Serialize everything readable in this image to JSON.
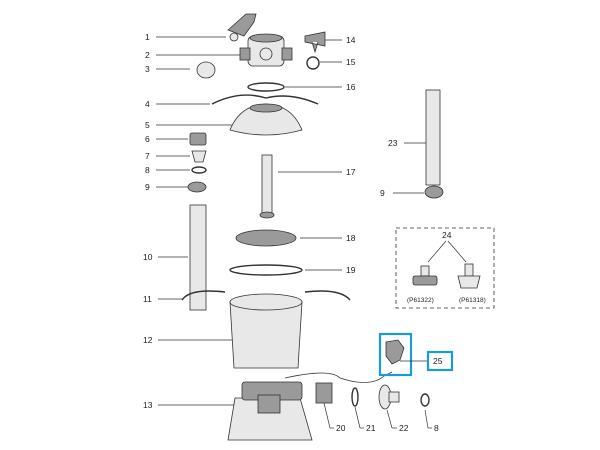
{
  "diagram": {
    "callouts_left": [
      "1",
      "2",
      "3",
      "4",
      "5",
      "6",
      "7",
      "8",
      "9",
      "10",
      "11",
      "12",
      "13"
    ],
    "callouts_right": [
      "14",
      "15",
      "16",
      "17",
      "18",
      "19"
    ],
    "callout_hose": "23",
    "callout_hose_clamp": "9",
    "options_box": {
      "callout": "24",
      "option_a": "(P61322)",
      "option_b": "(P61318)"
    },
    "highlight": {
      "callout": "25",
      "color": "#1a9ad6"
    },
    "callouts_bottom": [
      "20",
      "21",
      "22",
      "8"
    ]
  }
}
